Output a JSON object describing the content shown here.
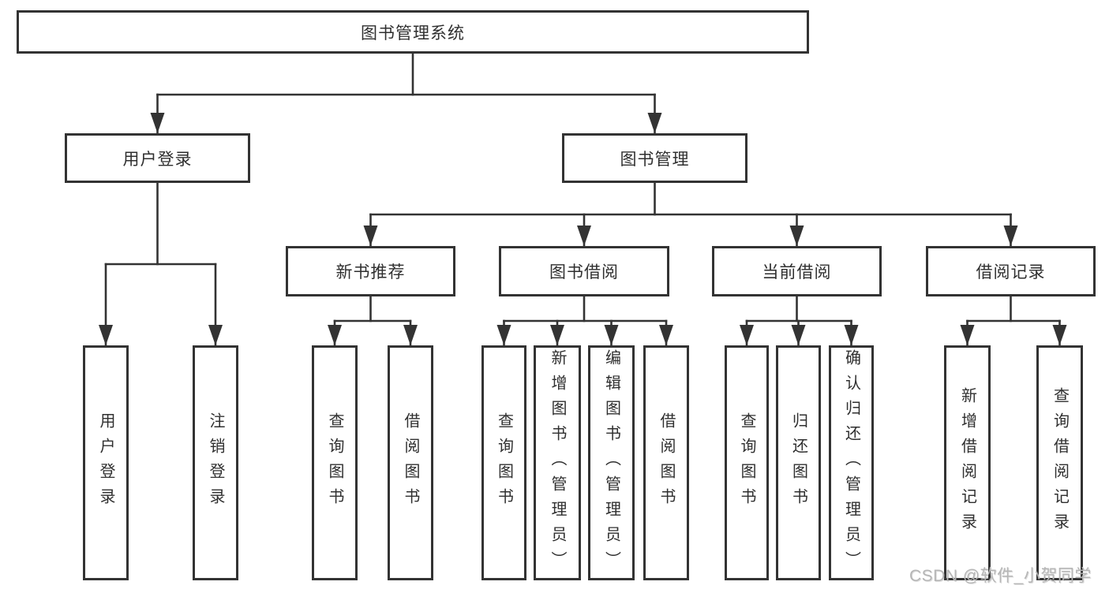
{
  "diagram": {
    "root": "图书管理系统",
    "level1": {
      "user_login": "用户登录",
      "book_management": "图书管理"
    },
    "user_login_children": {
      "login": "用户登录",
      "logout": "注销登录"
    },
    "book_management_children": {
      "new_book_recommend": "新书推荐",
      "book_borrowing": "图书借阅",
      "current_borrowing": "当前借阅",
      "borrowing_records": "借阅记录"
    },
    "new_book_recommend_children": {
      "query_books": "查询图书",
      "borrow_books": "借阅图书"
    },
    "book_borrowing_children": {
      "query_books": "查询图书",
      "add_books_admin": "新增图书（管理员）",
      "edit_books_admin": "编辑图书（管理员）",
      "borrow_books": "借阅图书"
    },
    "current_borrowing_children": {
      "query_books": "查询图书",
      "return_books": "归还图书",
      "confirm_return_admin": "确认归还（管理员）"
    },
    "borrowing_records_children": {
      "add_borrow_record": "新增借阅记录",
      "query_borrow_record": "查询借阅记录"
    }
  },
  "watermark": "CSDN @软件_小贺同学",
  "colors": {
    "line": "#333333",
    "box_border": "#333333",
    "text": "#2f2f2f",
    "box_background": "#ffffff",
    "page_background": "#ffffff",
    "watermark": "#b6b6b6"
  }
}
